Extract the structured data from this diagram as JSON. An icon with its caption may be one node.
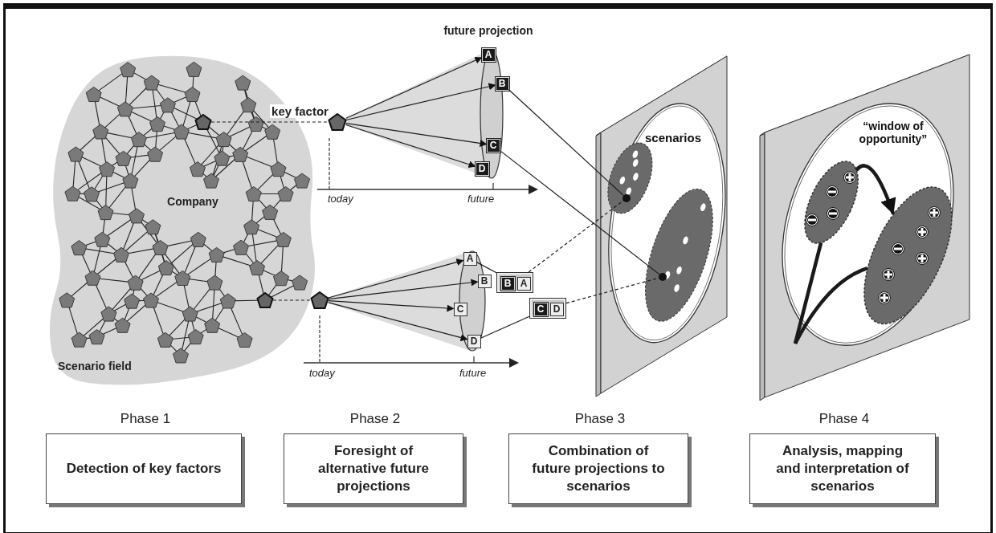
{
  "diagram": {
    "nodes": [
      {
        "text": [],
        "shape": "pentagon"
      },
      {
        "text": [],
        "shape": "pentagon"
      },
      {
        "text": [],
        "shape": "pentagon"
      },
      {
        "text": [],
        "shape": "pentagon"
      },
      {
        "text": [
          "A"
        ]
      },
      {
        "text": [
          "B"
        ]
      },
      {
        "text": [
          "C"
        ]
      },
      {
        "text": [
          "D"
        ]
      },
      {
        "text": [
          "A"
        ]
      },
      {
        "text": [
          "B"
        ]
      },
      {
        "text": [
          "C"
        ]
      },
      {
        "text": [
          "D"
        ]
      },
      {
        "text": [],
        "shape": "box"
      },
      {
        "text": [
          "B"
        ],
        "in": 12
      },
      {
        "text": [
          "A"
        ],
        "in": 12
      },
      {
        "text": [],
        "shape": "box"
      },
      {
        "text": [
          "C"
        ],
        "in": 15
      },
      {
        "text": [
          "D"
        ],
        "in": 15
      },
      {
        "text": [
          "scenarios"
        ]
      },
      {
        "text": [],
        "shape": "circle",
        "in": 18
      },
      {
        "text": [],
        "shape": "circle",
        "in": 18
      },
      {
        "text": [
          "“window of opportunity”"
        ]
      },
      {
        "text": [],
        "shape": "ellipse",
        "in": 21
      },
      {
        "text": [],
        "shape": "ellipse",
        "in": 21
      },
      {
        "text": [
          "Phase 1",
          "Detection of key factors"
        ]
      },
      {
        "text": [
          "Phase 2",
          "Foresight of alternative future projections"
        ]
      },
      {
        "text": [
          "Phase 3",
          "Combination of future projections to scenarios"
        ]
      },
      {
        "text": [
          "Phase 4",
          "Analysis, mapping and interpretation of scenarios"
        ]
      }
    ],
    "edges": [
      {
        "from": 0,
        "to": 1,
        "arrow": "none",
        "style": "dashed",
        "label": "key factor"
      },
      {
        "from": 2,
        "to": 3,
        "arrow": "none",
        "style": "dashed"
      },
      {
        "from": 1,
        "to": 4,
        "arrow": "to"
      },
      {
        "from": 1,
        "to": 5,
        "arrow": "to"
      },
      {
        "from": 1,
        "to": 6,
        "arrow": "to"
      },
      {
        "from": 1,
        "to": 7,
        "arrow": "to"
      },
      {
        "from": 3,
        "to": 8,
        "arrow": "to"
      },
      {
        "from": 3,
        "to": 9,
        "arrow": "to"
      },
      {
        "from": 3,
        "to": 10,
        "arrow": "to"
      },
      {
        "from": 3,
        "to": 11,
        "arrow": "to"
      },
      {
        "from": 5,
        "to": 19,
        "arrow": "none"
      },
      {
        "from": 6,
        "to": 20,
        "arrow": "none"
      },
      {
        "from": 8,
        "to": 12,
        "arrow": "none"
      },
      {
        "from": 12,
        "to": 19,
        "arrow": "none",
        "style": "dashed"
      },
      {
        "from": 11,
        "to": 15,
        "arrow": "none"
      },
      {
        "from": 15,
        "to": 20,
        "arrow": "none",
        "style": "dashed"
      },
      {
        "from": 22,
        "to": 23,
        "arrow": "to",
        "style": "thick"
      },
      {
        "from": null,
        "to": 22,
        "arrow": "none",
        "style": "thick"
      },
      {
        "from": null,
        "to": 23,
        "arrow": "none",
        "style": "thick"
      }
    ],
    "labels": [
      "future projection",
      "Company",
      "today",
      "future",
      "today",
      "future",
      "Scenario field"
    ]
  }
}
